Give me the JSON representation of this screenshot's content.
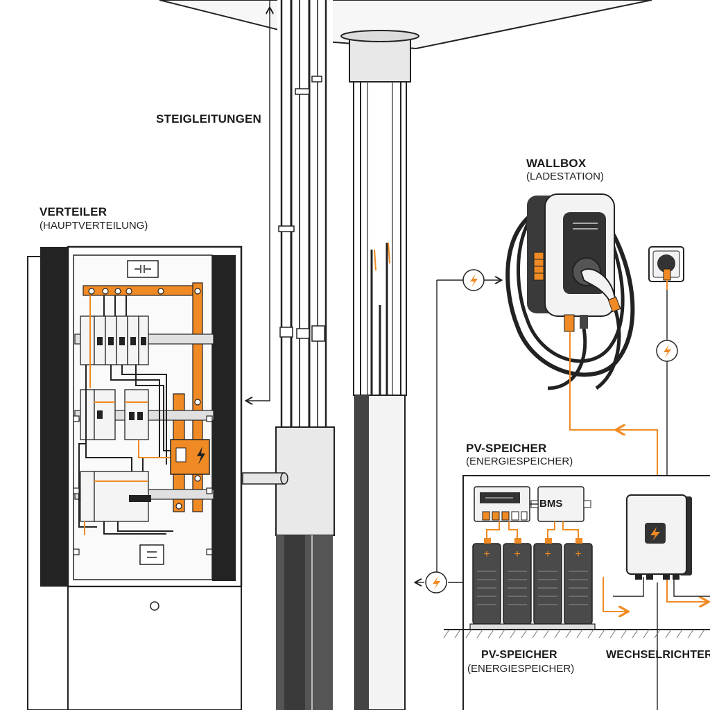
{
  "labels": {
    "steigleitungen": "STEIGLEITUNGEN",
    "verteiler_title": "VERTEILER",
    "verteiler_sub": "(HAUPTVERTEILUNG)",
    "wallbox_title": "WALLBOX",
    "wallbox_sub": "(LADESTATION)",
    "pv_title_top": "PV-SPEICHER",
    "pv_sub_top": "(ENERGIESPEICHER)",
    "pv_title_bottom": "PV-SPEICHER",
    "pv_sub_bottom": "(ENERGIESPEICHER)",
    "wechselrichter": "WECHSELRICHTER",
    "bms": "BMS"
  },
  "colors": {
    "accent": "#f08a24",
    "line": "#1e1e1e",
    "dark": "#2b2b2b",
    "panel": "#f2f2f2",
    "grey": "#cfcfcf"
  },
  "icons": [
    "lightning-icon",
    "plug-socket-icon",
    "battery-plus-icon",
    "capacitor-symbol-icon",
    "arrow-icon"
  ]
}
